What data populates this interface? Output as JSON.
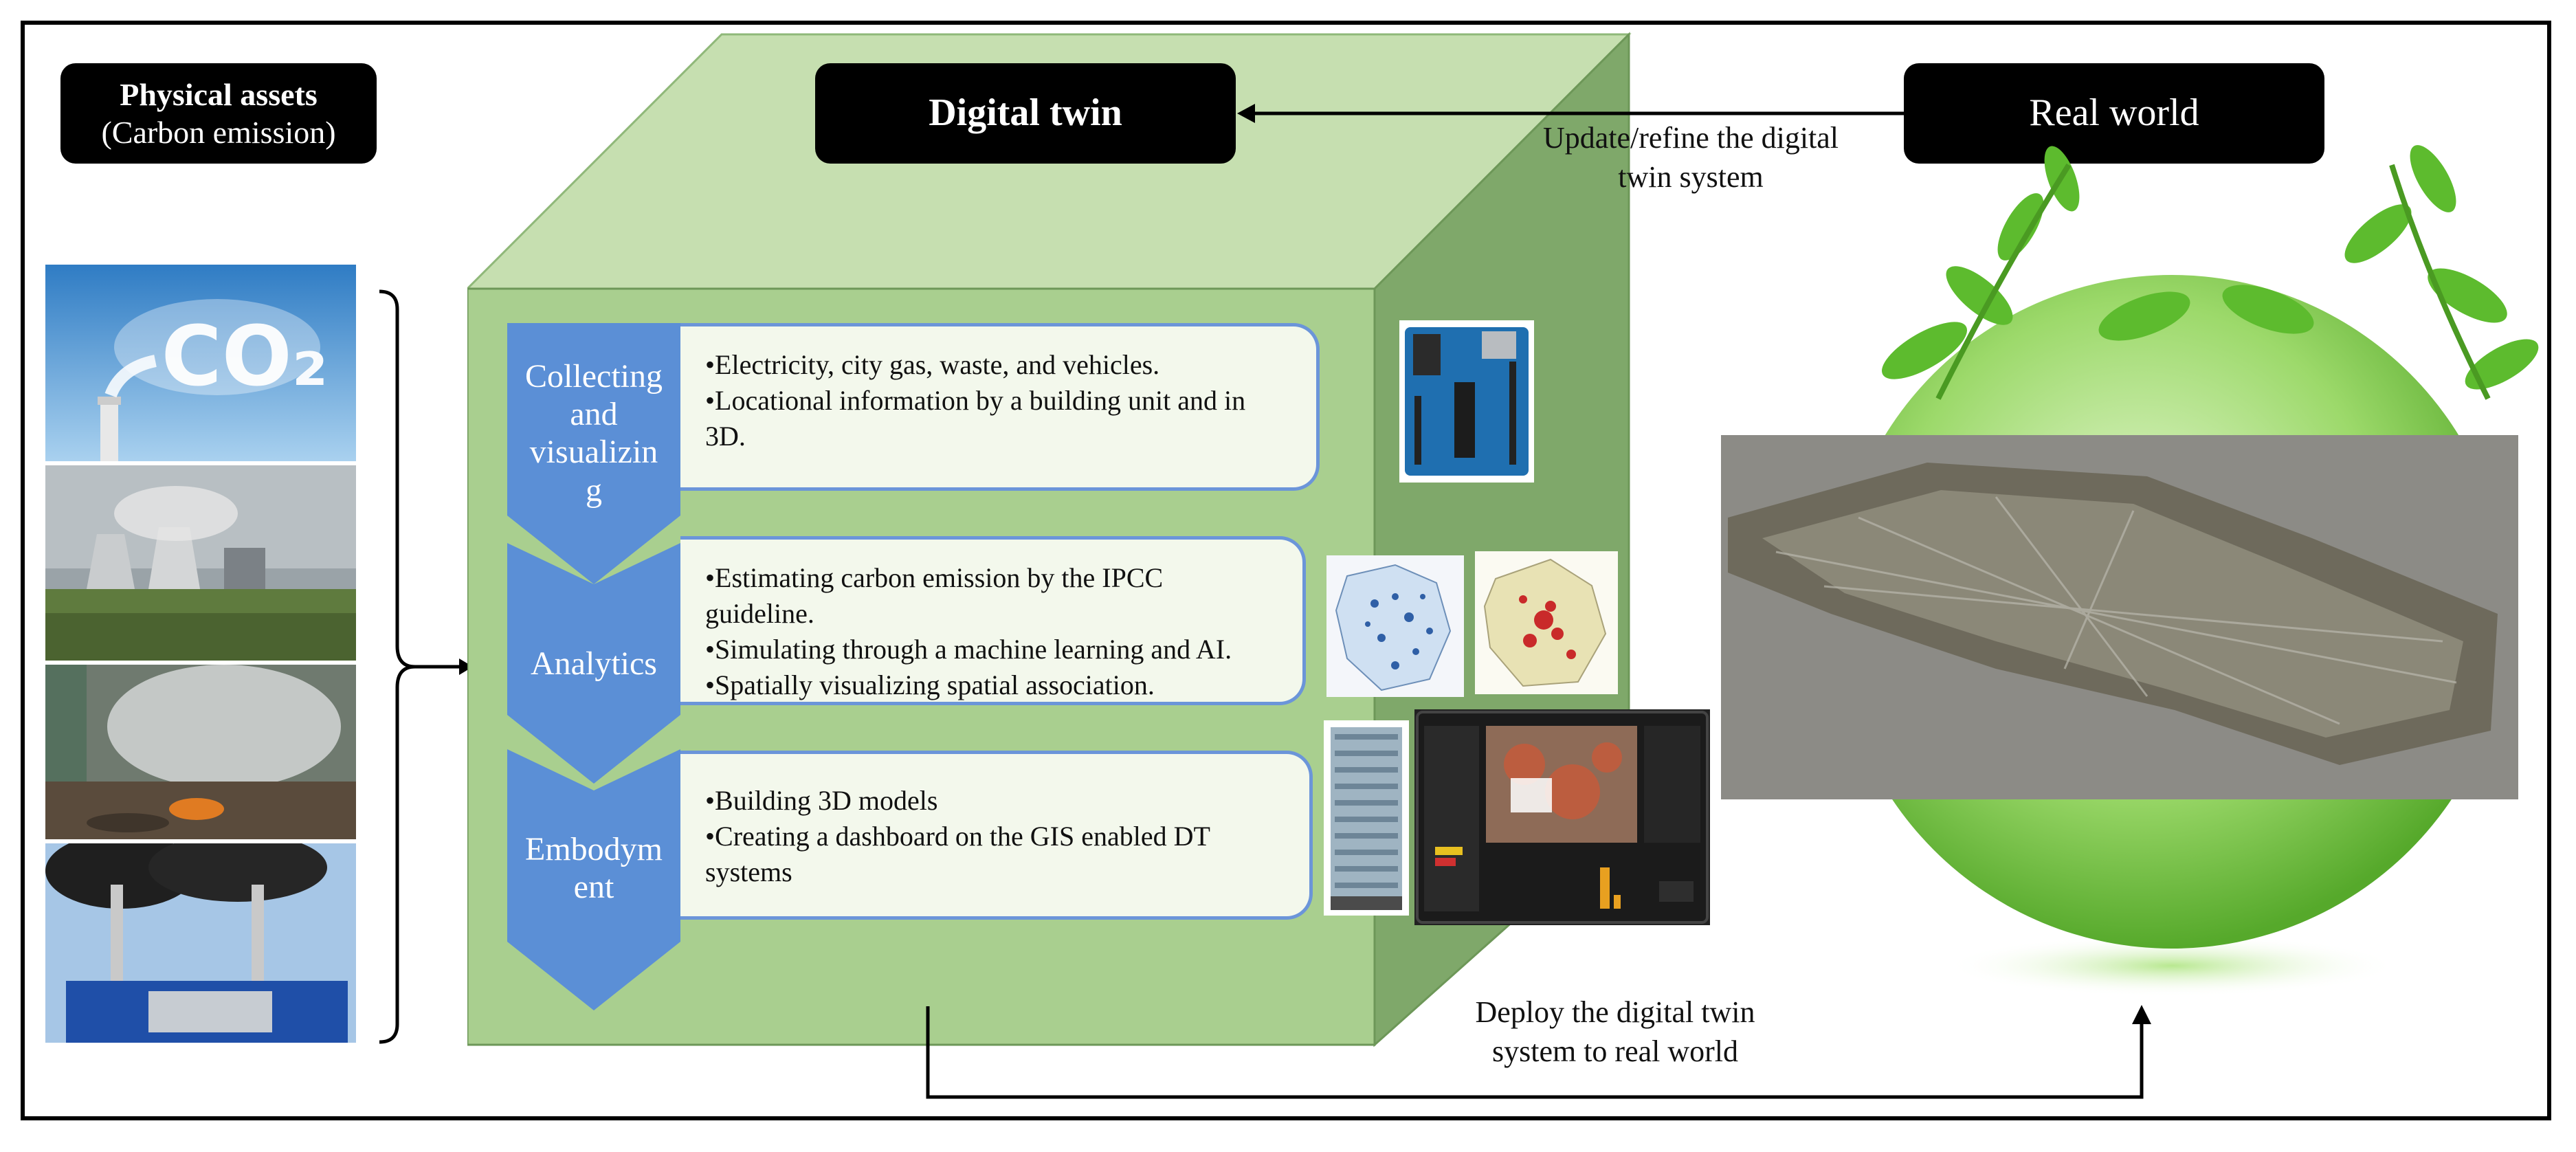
{
  "physical_assets": {
    "title": "Physical assets",
    "subtitle": "(Carbon emission)"
  },
  "digital_twin": {
    "label": "Digital twin"
  },
  "real_world": {
    "label": "Real world"
  },
  "update_text": {
    "line1": "Update/refine the digital",
    "line2": "twin system"
  },
  "deploy_text": {
    "line1": "Deploy the digital twin",
    "line2": "system to real world"
  },
  "photos": {
    "co2_sky": "CO₂"
  },
  "stages": [
    {
      "label_lines": [
        "Collecting",
        "and",
        "visualizin",
        "g"
      ],
      "bullets": [
        "Electricity, city gas, waste, and vehicles.",
        "Locational information by a building unit and in 3D."
      ]
    },
    {
      "label_lines": [
        "Analytics"
      ],
      "bullets": [
        "Estimating carbon emission by the IPCC guideline.",
        "Simulating through a machine learning and AI.",
        "Spatially visualizing spatial association."
      ]
    },
    {
      "label_lines": [
        "Embodym",
        "ent"
      ],
      "bullets": [
        "Building 3D models",
        "Creating a dashboard on the GIS enabled DT systems"
      ]
    }
  ],
  "colors": {
    "cube_front": "#a9cf8f",
    "cube_top": "#c6dfb0",
    "cube_side": "#7fa86a",
    "chevron": "#5b8fd6",
    "bullet_border": "#6b95d9",
    "globe": "#8ad25a",
    "leaf": "#5dbb2e"
  }
}
